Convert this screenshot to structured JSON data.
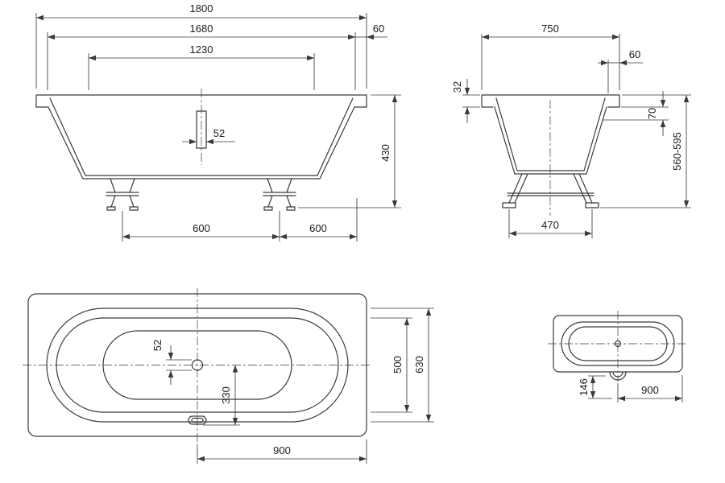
{
  "front": {
    "overall_length": "1800",
    "rim_length": "1680",
    "inner_length": "1230",
    "edge_offset": "60",
    "drain_width": "52",
    "depth": "430",
    "foot_span_left": "600",
    "foot_span_right": "600"
  },
  "side": {
    "overall_width": "750",
    "edge_offset": "60",
    "rim_height": "32",
    "apron_height": "70",
    "total_height": "560-595",
    "foot_span": "470"
  },
  "plan": {
    "drain_diameter": "52",
    "drain_offset": "330",
    "inner_width": "500",
    "outer_width": "630",
    "half_length": "900"
  },
  "detail": {
    "overflow_offset": "146",
    "half_length": "900"
  },
  "colors": {
    "line": "#3a3a3a",
    "text": "#1c1c1c",
    "background": "#ffffff"
  }
}
